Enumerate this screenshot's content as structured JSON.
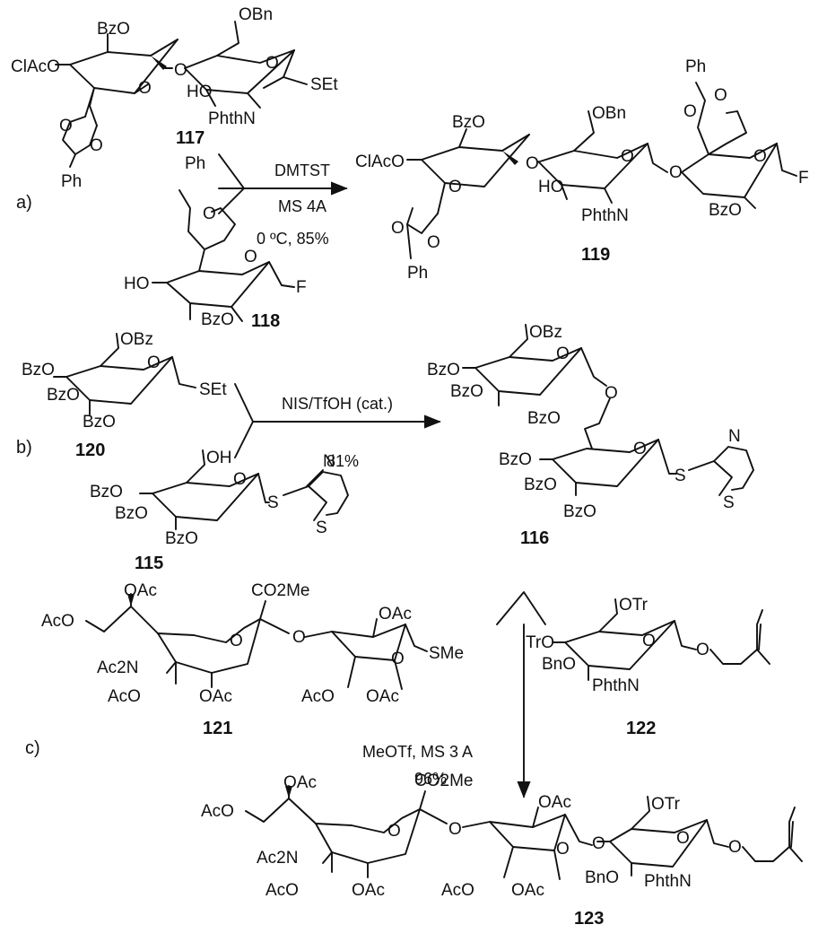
{
  "sections": {
    "a": "a)",
    "b": "b)",
    "c": "c)"
  },
  "compounds": {
    "c117": "117",
    "c118": "118",
    "c119": "119",
    "c120": "120",
    "c115": "115",
    "c116": "116",
    "c121": "121",
    "c122": "122",
    "c123": "123"
  },
  "conditions": {
    "a_reagent": "DMTST",
    "a_sieves": "MS 4A",
    "a_temp_yield": "0 ºC, 85%",
    "b_reagent": "NIS/TfOH (cat.)",
    "b_yield": "81%",
    "c_reagent": "MeOTf, MS 3 A",
    "c_yield": "96%"
  },
  "groups": {
    "bzo": "BzO",
    "obz": "OBz",
    "obn": "OBn",
    "clacO": "ClAcO",
    "ho": "HO",
    "phthn": "PhthN",
    "set": "SEt",
    "ph": "Ph",
    "f": "F",
    "o": "O",
    "oh": "OH",
    "s": "S",
    "n": "N",
    "acO": "AcO",
    "oac": "OAc",
    "co2me": "CO2Me",
    "ac2n": "Ac2N",
    "sme": "SMe",
    "otr": "OTr",
    "tro": "TrO",
    "bno": "BnO"
  }
}
